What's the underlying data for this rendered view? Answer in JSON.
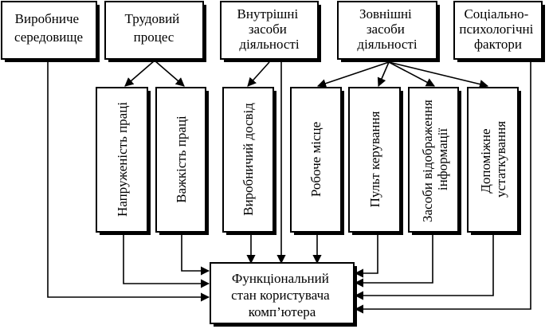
{
  "top_boxes": [
    {
      "id": "production-environment",
      "lines": [
        "Виробниче",
        "середовище"
      ]
    },
    {
      "id": "labor-process",
      "lines": [
        "Трудовий",
        "процес"
      ]
    },
    {
      "id": "internal-means",
      "lines": [
        "Внутрішні",
        "засоби",
        "діяльності"
      ]
    },
    {
      "id": "external-means",
      "lines": [
        "Зовнішні",
        "засоби",
        "діяльності"
      ]
    },
    {
      "id": "socio-psychological",
      "lines": [
        "Соціально-",
        "психологічні",
        "фактори"
      ]
    }
  ],
  "middle_boxes": [
    {
      "id": "labor-intensity",
      "lines": [
        "Напруженість праці"
      ]
    },
    {
      "id": "labor-severity",
      "lines": [
        "Важкість праці"
      ]
    },
    {
      "id": "production-experience",
      "lines": [
        "Виробничий досвід"
      ]
    },
    {
      "id": "workplace",
      "lines": [
        "Робоче місце"
      ]
    },
    {
      "id": "control-panel",
      "lines": [
        "Пульт керування"
      ]
    },
    {
      "id": "display-means",
      "lines": [
        "Засоби відображення",
        "інформації"
      ]
    },
    {
      "id": "auxiliary-equipment",
      "lines": [
        "Допоміжне",
        "устаткування"
      ]
    }
  ],
  "result_box": {
    "id": "functional-state",
    "lines": [
      "Функціональний",
      "стан користувача",
      "комп’ютера"
    ]
  }
}
